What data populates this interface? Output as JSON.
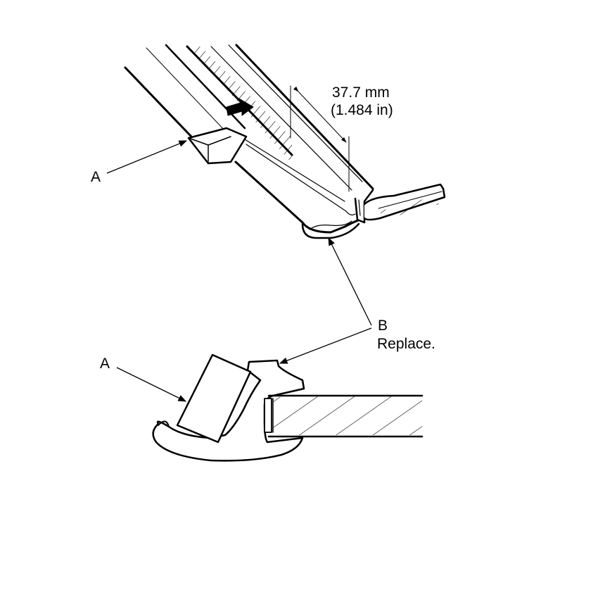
{
  "labels": {
    "part_a": "A",
    "part_b": "B",
    "part_b_note": "Replace."
  },
  "dimension": {
    "metric": "37.7 mm",
    "imperial": "(1.484 in)"
  },
  "colors": {
    "ink": "#000000",
    "paper": "#ffffff"
  }
}
